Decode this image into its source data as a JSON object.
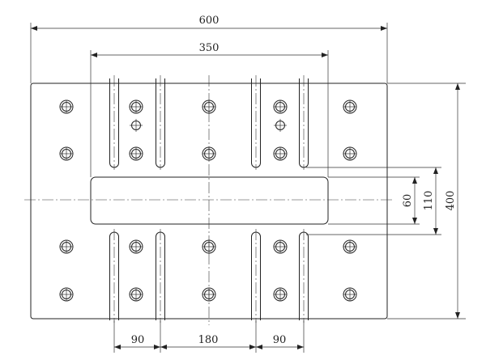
{
  "drawing": {
    "dimensions": {
      "overall_width": "600",
      "window_width": "350",
      "overall_height": "400",
      "slot_gap_height": "110",
      "window_height": "60",
      "slot_spacing_left": "90",
      "slot_spacing_center": "180",
      "slot_spacing_right": "90"
    },
    "line_color": "#222222"
  }
}
